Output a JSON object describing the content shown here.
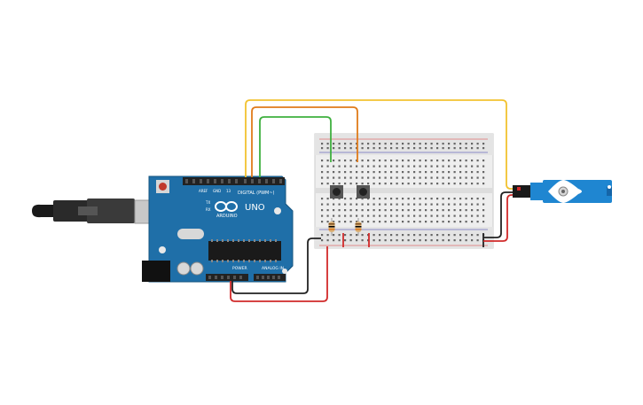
{
  "board": {
    "logo_text": "ARDUINO",
    "model_text": "UNO",
    "digital_label": "DIGITAL (PWM~)",
    "power_label": "POWER",
    "analog_label": "ANALOG IN",
    "led_tx": "TX",
    "led_rx": "RX",
    "aref": "AREF",
    "gnd": "GND",
    "pin_13": "13"
  },
  "colors": {
    "board": "#1f6fa8",
    "wire_yellow": "#f2c230",
    "wire_orange": "#e07b1a",
    "wire_green": "#3fb03f",
    "wire_black": "#222222",
    "wire_red": "#d12a2a",
    "breadboard": "#eeeeee",
    "servo": "#1f86d1"
  },
  "components": [
    {
      "name": "arduino-uno"
    },
    {
      "name": "usb-cable"
    },
    {
      "name": "breadboard"
    },
    {
      "name": "pushbutton-1"
    },
    {
      "name": "pushbutton-2"
    },
    {
      "name": "resistor-1"
    },
    {
      "name": "resistor-2"
    },
    {
      "name": "servo-motor"
    }
  ]
}
